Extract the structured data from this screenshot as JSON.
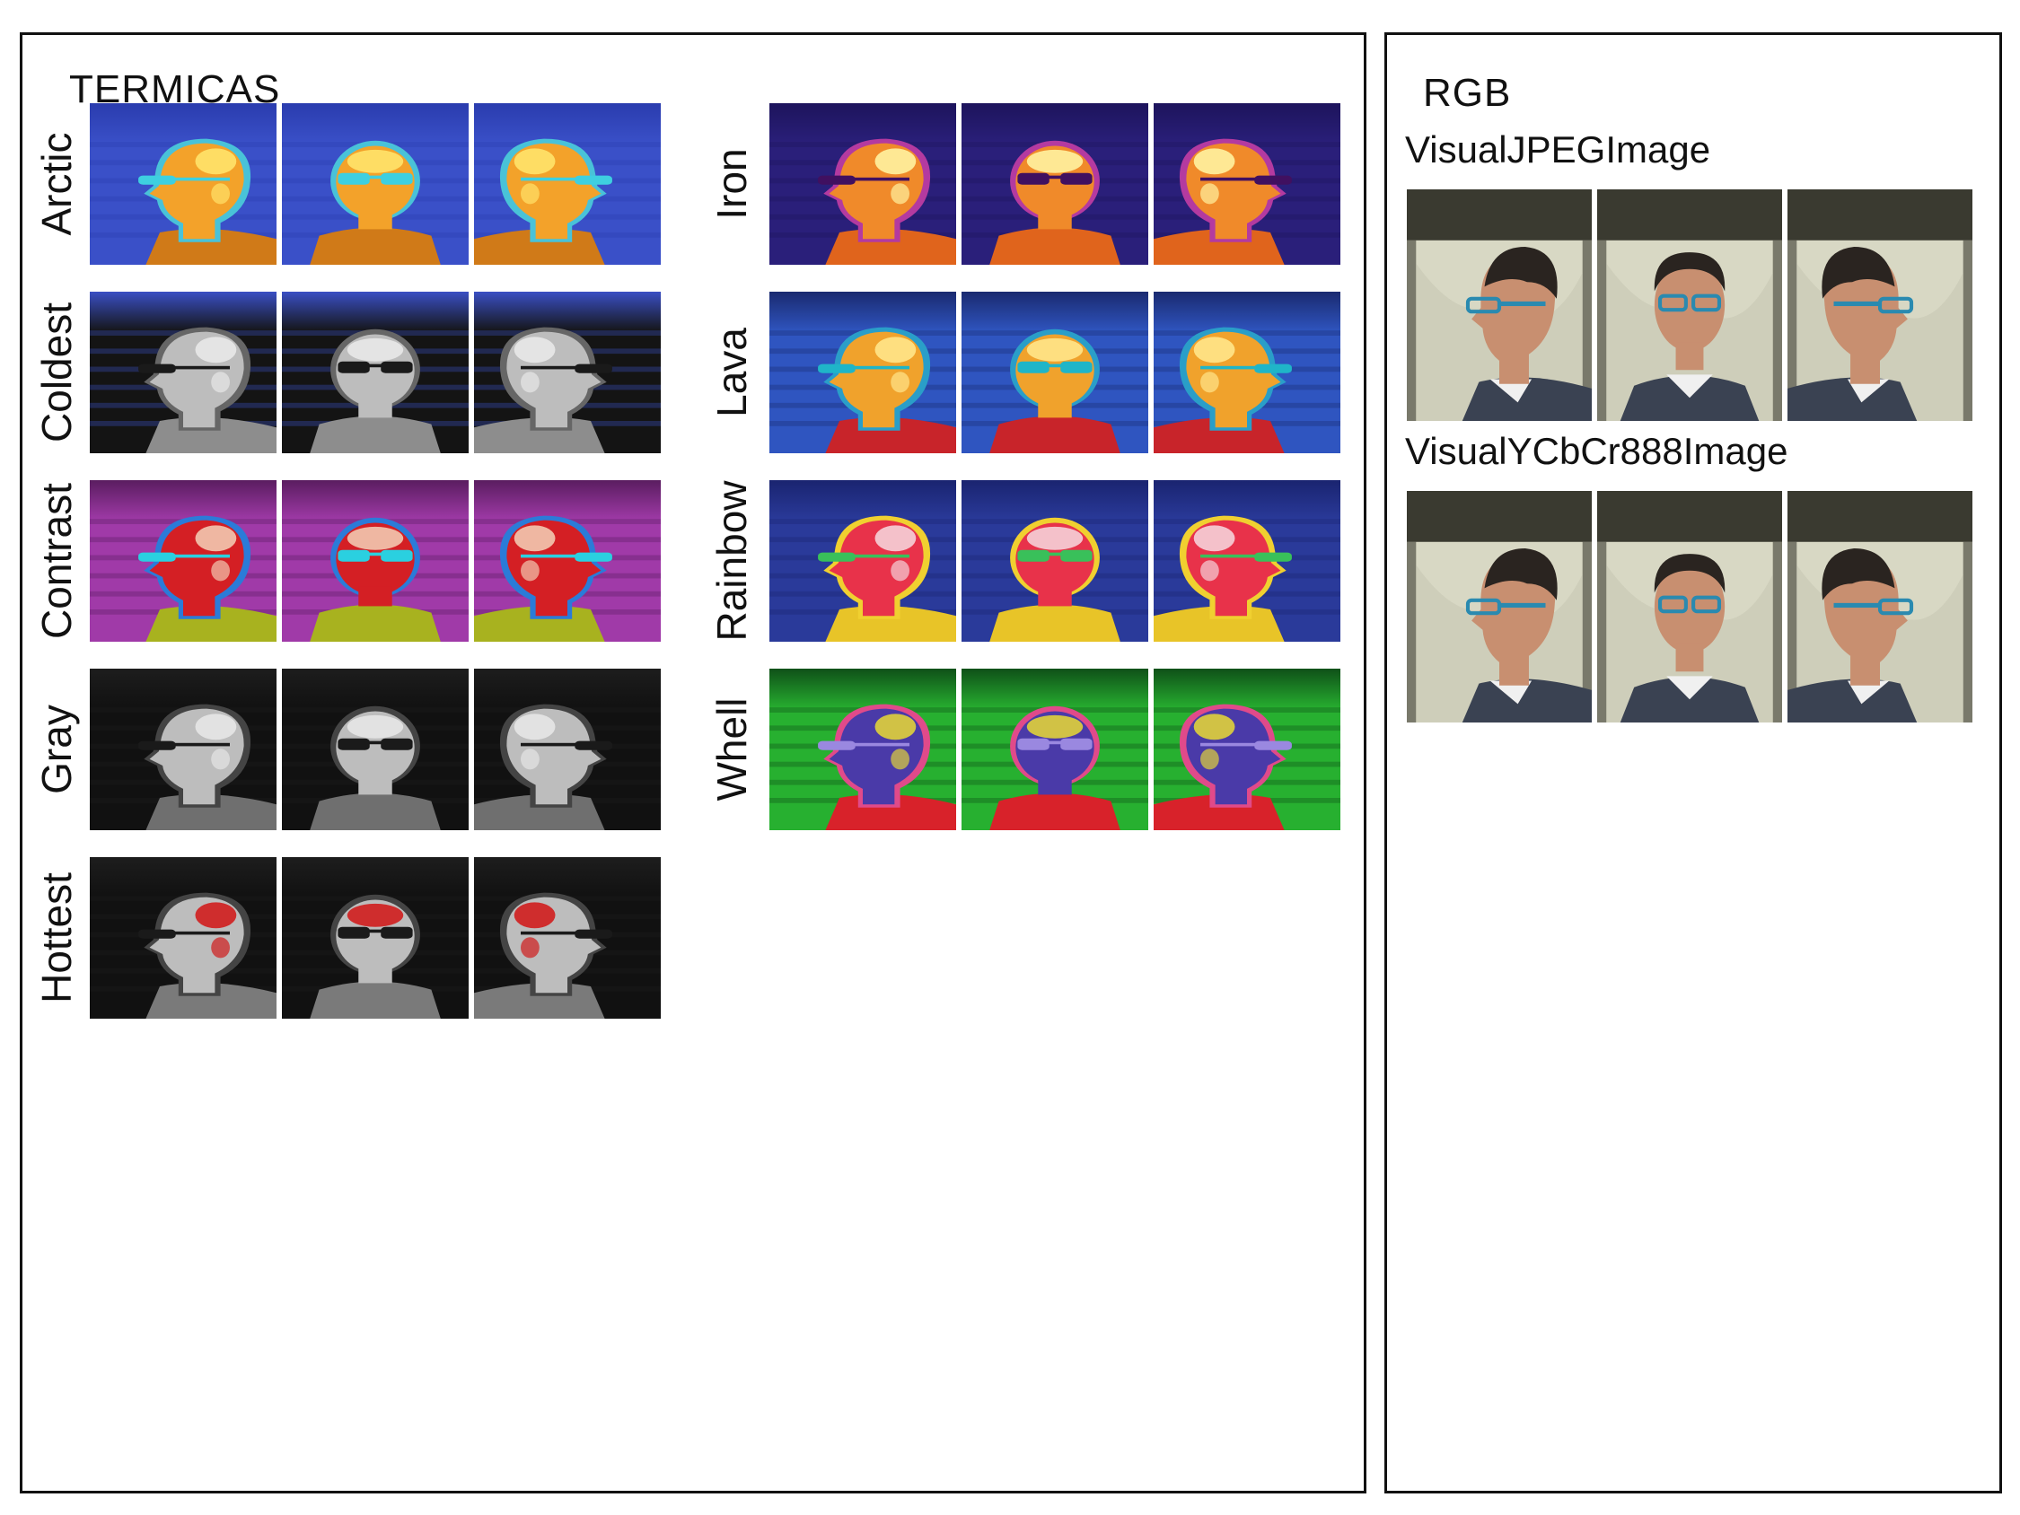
{
  "thermal": {
    "title": "TERMICAS",
    "palettes_left": [
      {
        "label": "Arctic",
        "bg": "#3a50c8",
        "bg2": "#2a3cae",
        "face": "#f3a22a",
        "hot": "#ffe36a",
        "body": "#d07a18",
        "glass": "#3ecfe0",
        "edge": "#49c2d8"
      },
      {
        "label": "Coldest",
        "bg": "#141414",
        "bg2": "#3a4fc4",
        "face": "#bdbdbd",
        "hot": "#e8e8e8",
        "body": "#8d8d8d",
        "glass": "#1a1a1a",
        "edge": "#666666"
      },
      {
        "label": "Contrast",
        "bg": "#a03aa8",
        "bg2": "#5a1d60",
        "face": "#d41f24",
        "hot": "#f2c8b0",
        "body": "#a8b21f",
        "glass": "#2ad0e0",
        "edge": "#2b7bd8"
      },
      {
        "label": "Gray",
        "bg": "#111111",
        "bg2": "#1d1d1d",
        "face": "#bdbdbd",
        "hot": "#e6e6e6",
        "body": "#6f6f6f",
        "glass": "#1a1a1a",
        "edge": "#444444"
      },
      {
        "label": "Hottest",
        "bg": "#111111",
        "bg2": "#1d1d1d",
        "face": "#bdbdbd",
        "hot": "#d01d1d",
        "body": "#7a7a7a",
        "glass": "#1a1a1a",
        "edge": "#444444"
      }
    ],
    "palettes_right": [
      {
        "label": "Iron",
        "bg": "#2a1f7a",
        "bg2": "#1d145c",
        "face": "#f08a2a",
        "hot": "#fff2a0",
        "body": "#e0641c",
        "glass": "#401060",
        "edge": "#b43aa0"
      },
      {
        "label": "Lava",
        "bg": "#2f55c0",
        "bg2": "#1a2a70",
        "face": "#f0a22c",
        "hot": "#ffe58a",
        "body": "#c8242a",
        "glass": "#1fb5c8",
        "edge": "#2a9ec8"
      },
      {
        "label": "Rainbow",
        "bg": "#2a3a9a",
        "bg2": "#1a2470",
        "face": "#e8324a",
        "hot": "#f5d0d8",
        "body": "#e8c428",
        "glass": "#39c05a",
        "edge": "#f0d030"
      },
      {
        "label": "Whell",
        "bg": "#27b030",
        "bg2": "#0f5018",
        "face": "#4a3aa8",
        "hot": "#e0d23a",
        "body": "#d8222a",
        "glass": "#9a88e0",
        "edge": "#e04a8a"
      }
    ]
  },
  "rgb": {
    "title": "RGB",
    "groups": [
      {
        "label": "VisualJPEGImage"
      },
      {
        "label": "VisualYCbCr888Image"
      }
    ],
    "colors": {
      "wall": "#d8d8c4",
      "wall_dark": "#3a3a30",
      "skin": "#c88f70",
      "hair": "#2a2420",
      "sweater": "#3a4252",
      "collar": "#f0f0f0",
      "glasses": "#2a8ab0"
    }
  }
}
